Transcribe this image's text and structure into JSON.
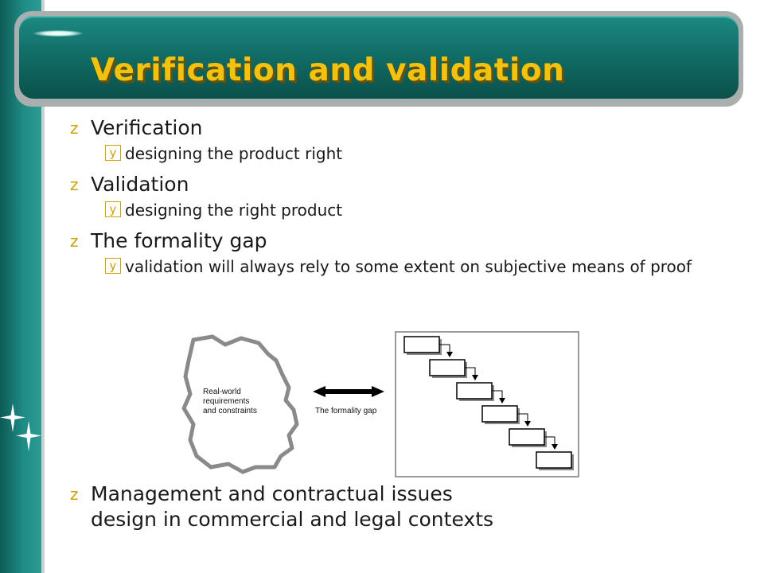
{
  "slide": {
    "title": "Verification and validation",
    "bullets": [
      {
        "text": "Verification",
        "sub": [
          "designing the product right"
        ]
      },
      {
        "text": "Validation",
        "sub": [
          "designing the right product"
        ]
      },
      {
        "text": "The formality gap",
        "sub": [
          "validation will always rely to some extent on subjective means of proof"
        ]
      }
    ],
    "last_bullet": {
      "line1": "Management and contractual issues",
      "line2": "design in commercial and legal contexts"
    }
  },
  "diagram": {
    "cloud_text": [
      "Real-world",
      "requirements",
      "and constraints"
    ],
    "arrow_label": "The formality gap",
    "waterfall_steps": 6
  },
  "colors": {
    "title": "#f2c20f",
    "teal": "#116e67",
    "bullet_marker": "#c9a300"
  },
  "icons": {
    "level1_marker": "z-bullet-icon",
    "level2_marker": "y-checkbox-icon",
    "decoration": "sparkle-stars-icon"
  }
}
